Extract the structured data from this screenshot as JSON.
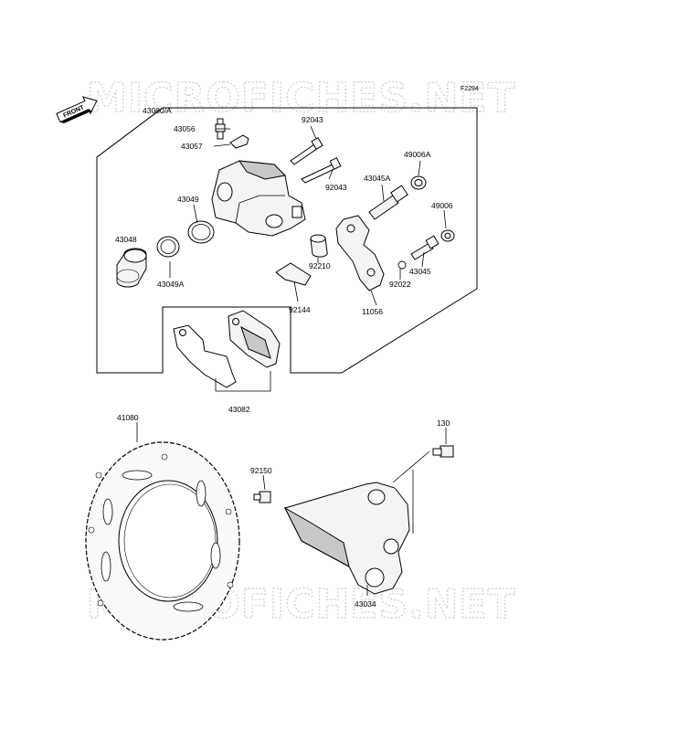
{
  "diagram_code": "F2294",
  "watermark": "MICROFICHES.NET",
  "front_tag": "FRONT",
  "parts": {
    "p43080A": "43080/A",
    "p43056": "43056",
    "p43057": "43057",
    "p92043a": "92043",
    "p92043b": "92043",
    "p49006A": "49006A",
    "p43045A": "43045A",
    "p43049": "43049",
    "p43048": "43048",
    "p43049A": "43049A",
    "p92210": "92210",
    "p49006": "49006",
    "p43045": "43045",
    "p92022": "92022",
    "p92144": "92144",
    "p11056": "11056",
    "p43082": "43082",
    "p41080": "41080",
    "p92150": "92150",
    "p130": "130",
    "p43034": "43034"
  }
}
